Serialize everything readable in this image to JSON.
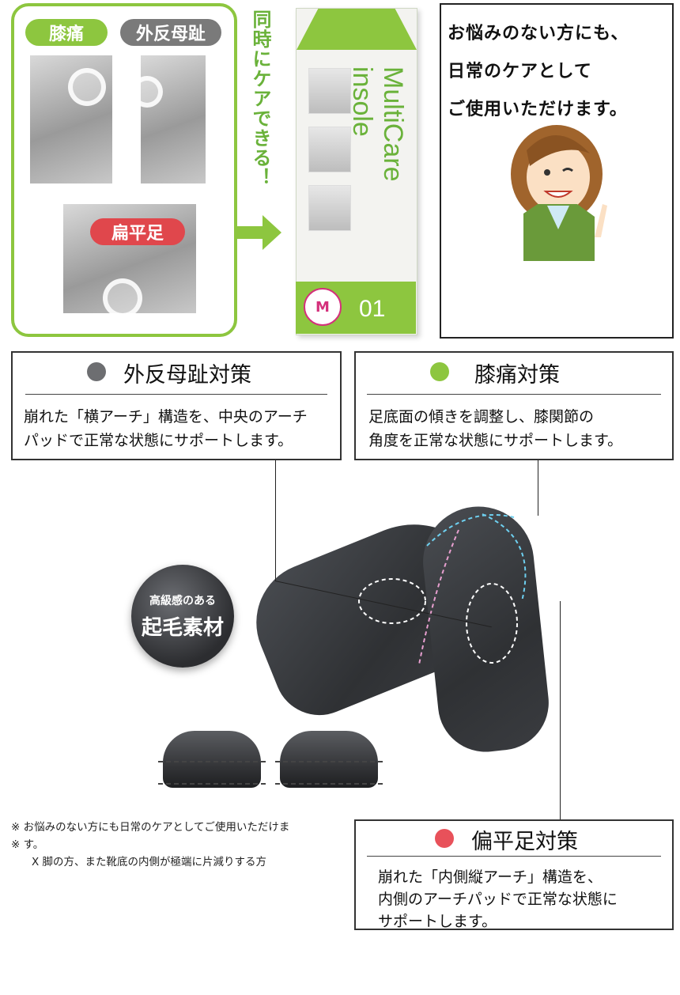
{
  "top_panel": {
    "labels": {
      "knee_pain": "膝痛",
      "bunion": "外反母趾",
      "flat_foot": "扁平足"
    },
    "vertical_text": "同時にケアできる！",
    "colors": {
      "green": "#8dc63f",
      "gray_pill": "#7a7a7a",
      "red_pill": "#e0474c"
    }
  },
  "product_box": {
    "brand": "MultiCare insole",
    "size": "M",
    "number": "01"
  },
  "message": {
    "lines": [
      "お悩みのない方にも、",
      "日常のケアとして",
      "ご使用いただけます。"
    ]
  },
  "info": {
    "bunion": {
      "title": "外反母趾対策",
      "lines": [
        "崩れた「横アーチ」構造を、中央のアーチ",
        "パッドで正常な状態にサポートします。"
      ],
      "dot_color": "#6d6e71"
    },
    "knee": {
      "title": "膝痛対策",
      "lines": [
        "足底面の傾きを調整し、膝関節の",
        "角度を正常な状態にサポートします。"
      ],
      "dot_color": "#8dc63f"
    },
    "flat": {
      "title": "偏平足対策",
      "lines": [
        "崩れた「内側縦アーチ」構造を、",
        "内側のアーチパッドで正常な状態に",
        "サポートします。"
      ],
      "dot_color": "#e8515a"
    }
  },
  "badge": {
    "line1": "高級感のある",
    "line2": "起毛素材"
  },
  "notes": [
    "※ お悩みのない方にも日常のケアとしてご使用いただけま",
    "※ す。",
    "X 脚の方、また靴底の内側が極端に片減りする方"
  ]
}
